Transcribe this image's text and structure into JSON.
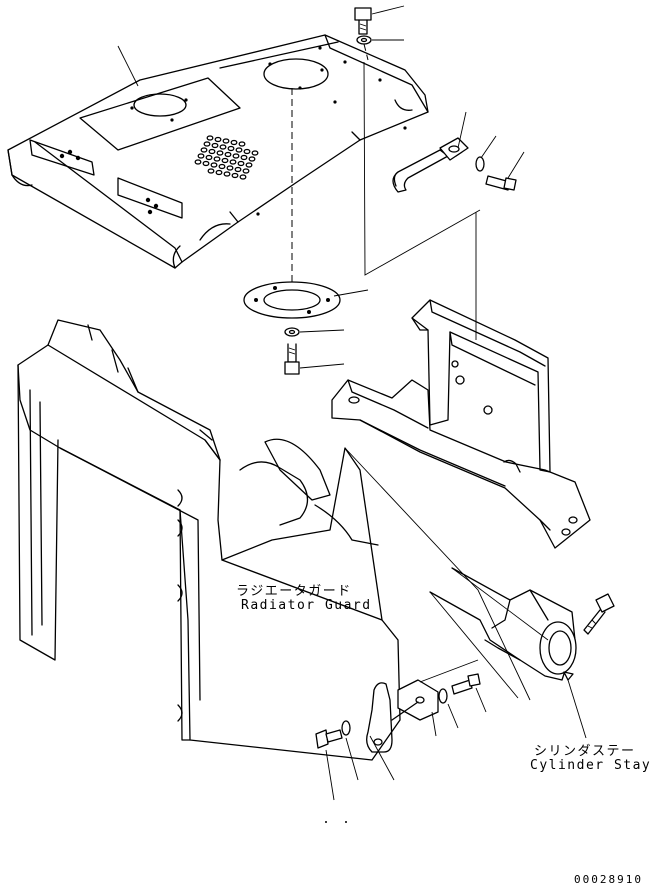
{
  "labels": {
    "radiator_guard_jp": "ラジエータガード",
    "radiator_guard_en": "Radiator Guard",
    "cylinder_stay_jp": "シリンダステー",
    "cylinder_stay_en": "Cylinder Stay"
  },
  "serial_number": "00028910"
}
